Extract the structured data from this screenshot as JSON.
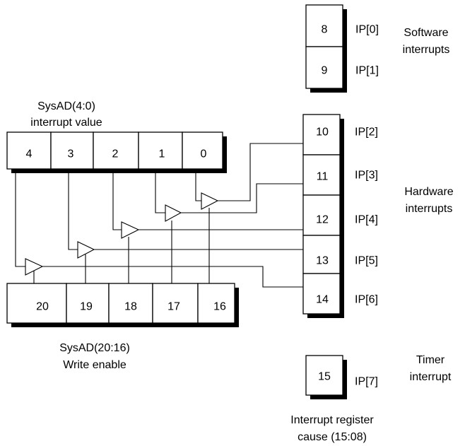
{
  "sysad_value": {
    "caption": [
      "SysAD(4:0)",
      "interrupt value"
    ],
    "bits": [
      "4",
      "3",
      "2",
      "1",
      "0"
    ]
  },
  "sysad_enable": {
    "caption": [
      "SysAD(20:16)",
      "Write enable"
    ],
    "bits": [
      "20",
      "19",
      "18",
      "17",
      "16"
    ]
  },
  "software": {
    "label": [
      "Software",
      "interrupts"
    ],
    "cells": [
      {
        "bit": "8",
        "ip": "IP[0]"
      },
      {
        "bit": "9",
        "ip": "IP[1]"
      }
    ]
  },
  "hardware": {
    "label": [
      "Hardware",
      "interrupts"
    ],
    "cells": [
      {
        "bit": "10",
        "ip": "IP[2]"
      },
      {
        "bit": "11",
        "ip": "IP[3]"
      },
      {
        "bit": "12",
        "ip": "IP[4]"
      },
      {
        "bit": "13",
        "ip": "IP[5]"
      },
      {
        "bit": "14",
        "ip": "IP[6]"
      }
    ]
  },
  "timer": {
    "label": [
      "Timer",
      "interrupt"
    ],
    "cell": {
      "bit": "15",
      "ip": "IP[7]"
    }
  },
  "cause_register": {
    "caption": [
      "Interrupt register",
      "cause (15:08)"
    ]
  }
}
